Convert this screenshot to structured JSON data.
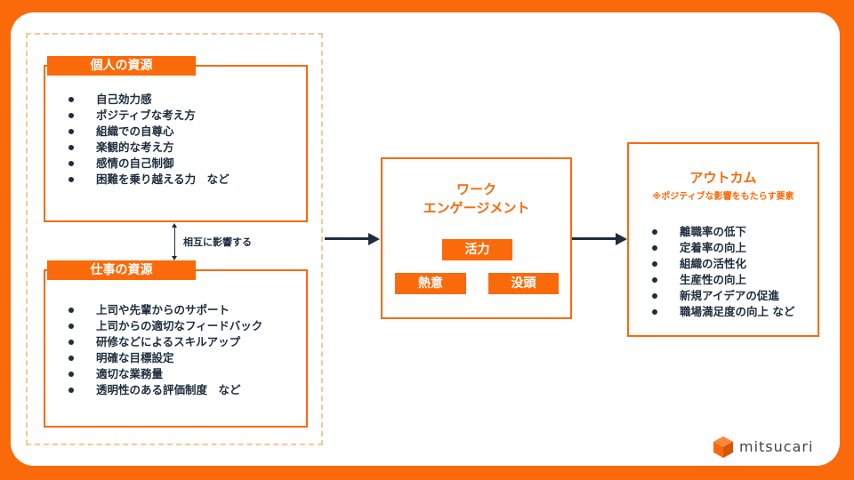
{
  "personal_resources": {
    "title": "個人の資源",
    "items": [
      "自己効力感",
      "ポジティブな考え方",
      "組織での自尊心",
      "楽観的な考え方",
      "感情の自己制御",
      "困難を乗り越える力　など"
    ]
  },
  "mutual_influence_label": "相互に影響する",
  "job_resources": {
    "title": "仕事の資源",
    "items": [
      "上司や先輩からのサポート",
      "上司からの適切なフィードバック",
      "研修などによるスキルアップ",
      "明確な目標設定",
      "適切な業務量",
      "透明性のある評価制度　など"
    ]
  },
  "work_engagement": {
    "title_line1": "ワーク",
    "title_line2": "エンゲージメント",
    "tags": [
      "活力",
      "熱意",
      "没頭"
    ]
  },
  "outcome": {
    "title": "アウトカム",
    "subtitle": "※ポジティブな影響をもたらす要素",
    "items": [
      "離職率の低下",
      "定着率の向上",
      "組織の活性化",
      "生産性の向上",
      "新規アイデアの促進",
      "職場満足度の向上 など"
    ]
  },
  "logo": {
    "text": "mitsucari",
    "color": "#fa6a0a"
  },
  "colors": {
    "accent": "#fa6a0a",
    "text": "#1f2d3d",
    "dashed": "#f5c89a"
  }
}
